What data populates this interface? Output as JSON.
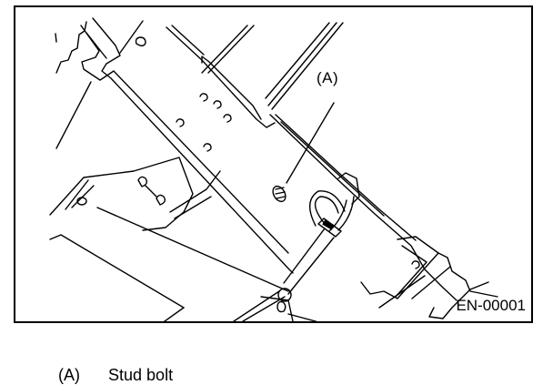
{
  "figure": {
    "figure_id": "EN-00001",
    "callouts": [
      {
        "key": "(A)",
        "target": "stud bolt"
      }
    ]
  },
  "legend": {
    "items": [
      {
        "key": "(A)",
        "label": "Stud bolt"
      }
    ]
  }
}
